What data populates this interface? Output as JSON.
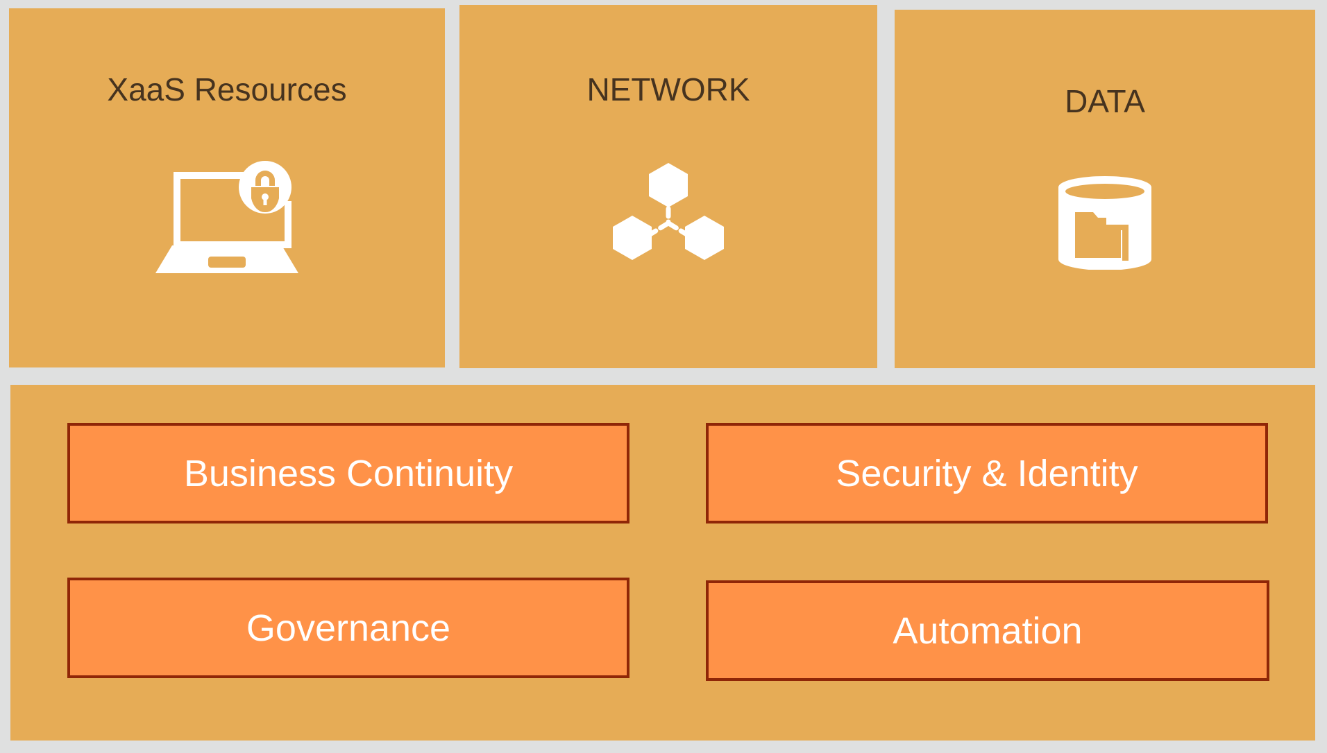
{
  "background_color": "#dfe0e0",
  "panel_color": "#e6ac56",
  "box_fill_color": "#ff9248",
  "box_border_color": "#8f2607",
  "title_text_color": "#46331f",
  "box_text_color": "#ffffff",
  "icon_color": "#ffffff",
  "top_panels": [
    {
      "title": "XaaS Resources",
      "icon": "laptop-lock-icon"
    },
    {
      "title": "NETWORK",
      "icon": "network-nodes-icon"
    },
    {
      "title": "DATA",
      "icon": "database-folder-icon"
    }
  ],
  "bottom_panel": {
    "boxes": [
      {
        "label": "Business Continuity"
      },
      {
        "label": "Security & Identity"
      },
      {
        "label": "Governance"
      },
      {
        "label": "Automation"
      }
    ]
  }
}
